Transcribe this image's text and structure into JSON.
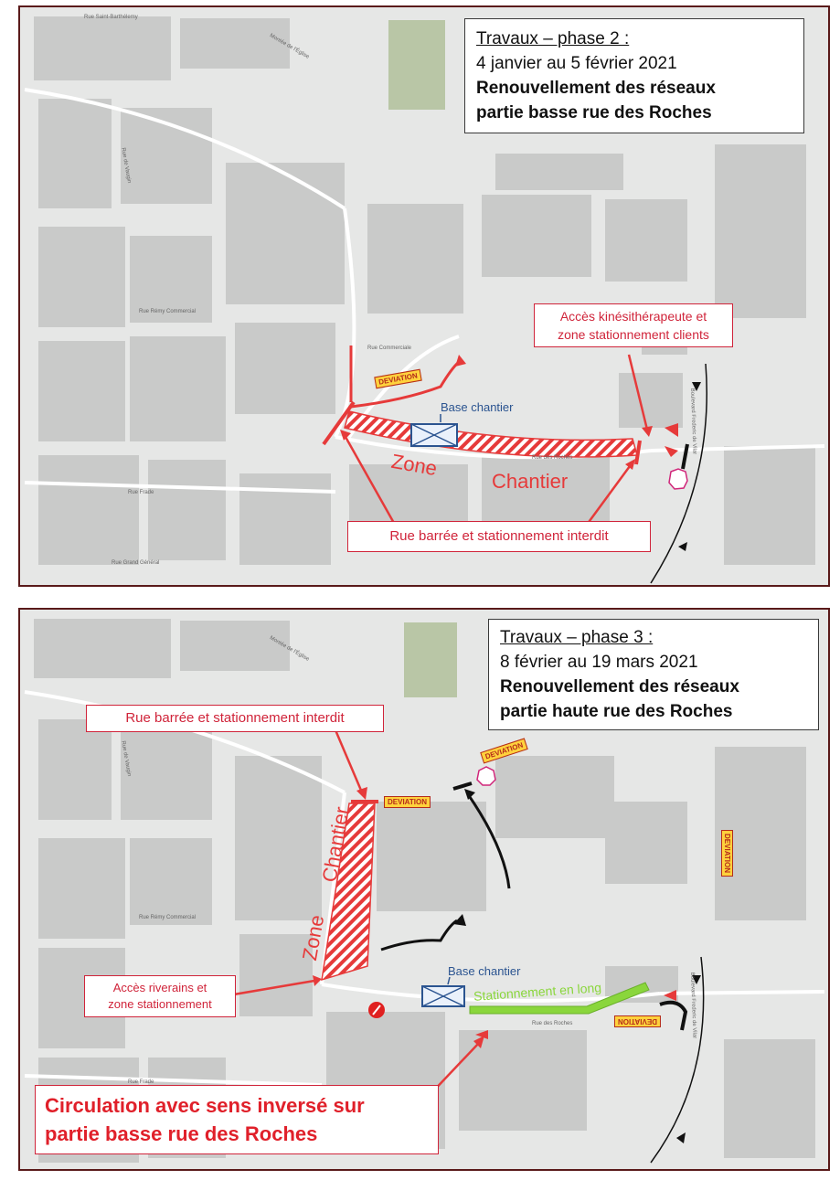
{
  "phase2": {
    "title": {
      "line1": "Travaux – phase 2 :",
      "line2": "4 janvier au 5 février 2021",
      "line3": "Renouvellement des réseaux",
      "line4": "partie basse rue des Roches"
    },
    "access_callout_line1": "Accès kinésithérapeute et",
    "access_callout_line2": "zone stationnement clients",
    "closed_callout": "Rue barrée et stationnement interdit",
    "base_label": "Base chantier",
    "zone_label": "Zone",
    "chantier_label": "Chantier",
    "deviation_label": "DEVIATION",
    "streets": {
      "s1": "Rue Saint-Barthélemy",
      "s2": "Rue de Vaugin",
      "s3": "Montée de l'Église",
      "s4": "Rue Commerciale",
      "s5": "Rue Rémy Commercial",
      "s6": "Rue Frade",
      "s7": "Rue des Roches",
      "s8": "Rue Grand Général",
      "s9": "Boulevard Frederic de Vilar"
    }
  },
  "phase3": {
    "title": {
      "line1": "Travaux – phase 3 :",
      "line2": "8 février au 19 mars 2021",
      "line3": "Renouvellement des réseaux",
      "line4": "partie haute rue des Roches"
    },
    "closed_callout": "Rue barrée et stationnement interdit",
    "riverains_line1": "Accès riverains et",
    "riverains_line2": "zone stationnement",
    "base_label": "Base chantier",
    "parking_label": "Stationnement en long",
    "zone_label": "Zone",
    "chantier_label": "Chantier",
    "deviation_label": "DEVIATION",
    "circulation_line1": "Circulation avec sens inversé sur",
    "circulation_line2": "partie basse rue des Roches",
    "streets": {
      "s1": "Rue de Vaugin",
      "s2": "Montée de l'Église",
      "s3": "Rue Rémy Commercial",
      "s4": "Rue Frade",
      "s5": "Rue des Roches",
      "s6": "Boulevard Frederic de Vilar"
    }
  },
  "colors": {
    "road_red": "#e63a3a",
    "callout_red": "#d0243a",
    "deviation_yellow": "#ffd23c",
    "parking_green": "#8ad63c",
    "base_blue": "#2b5490",
    "park_green": "#b9c6a6"
  }
}
